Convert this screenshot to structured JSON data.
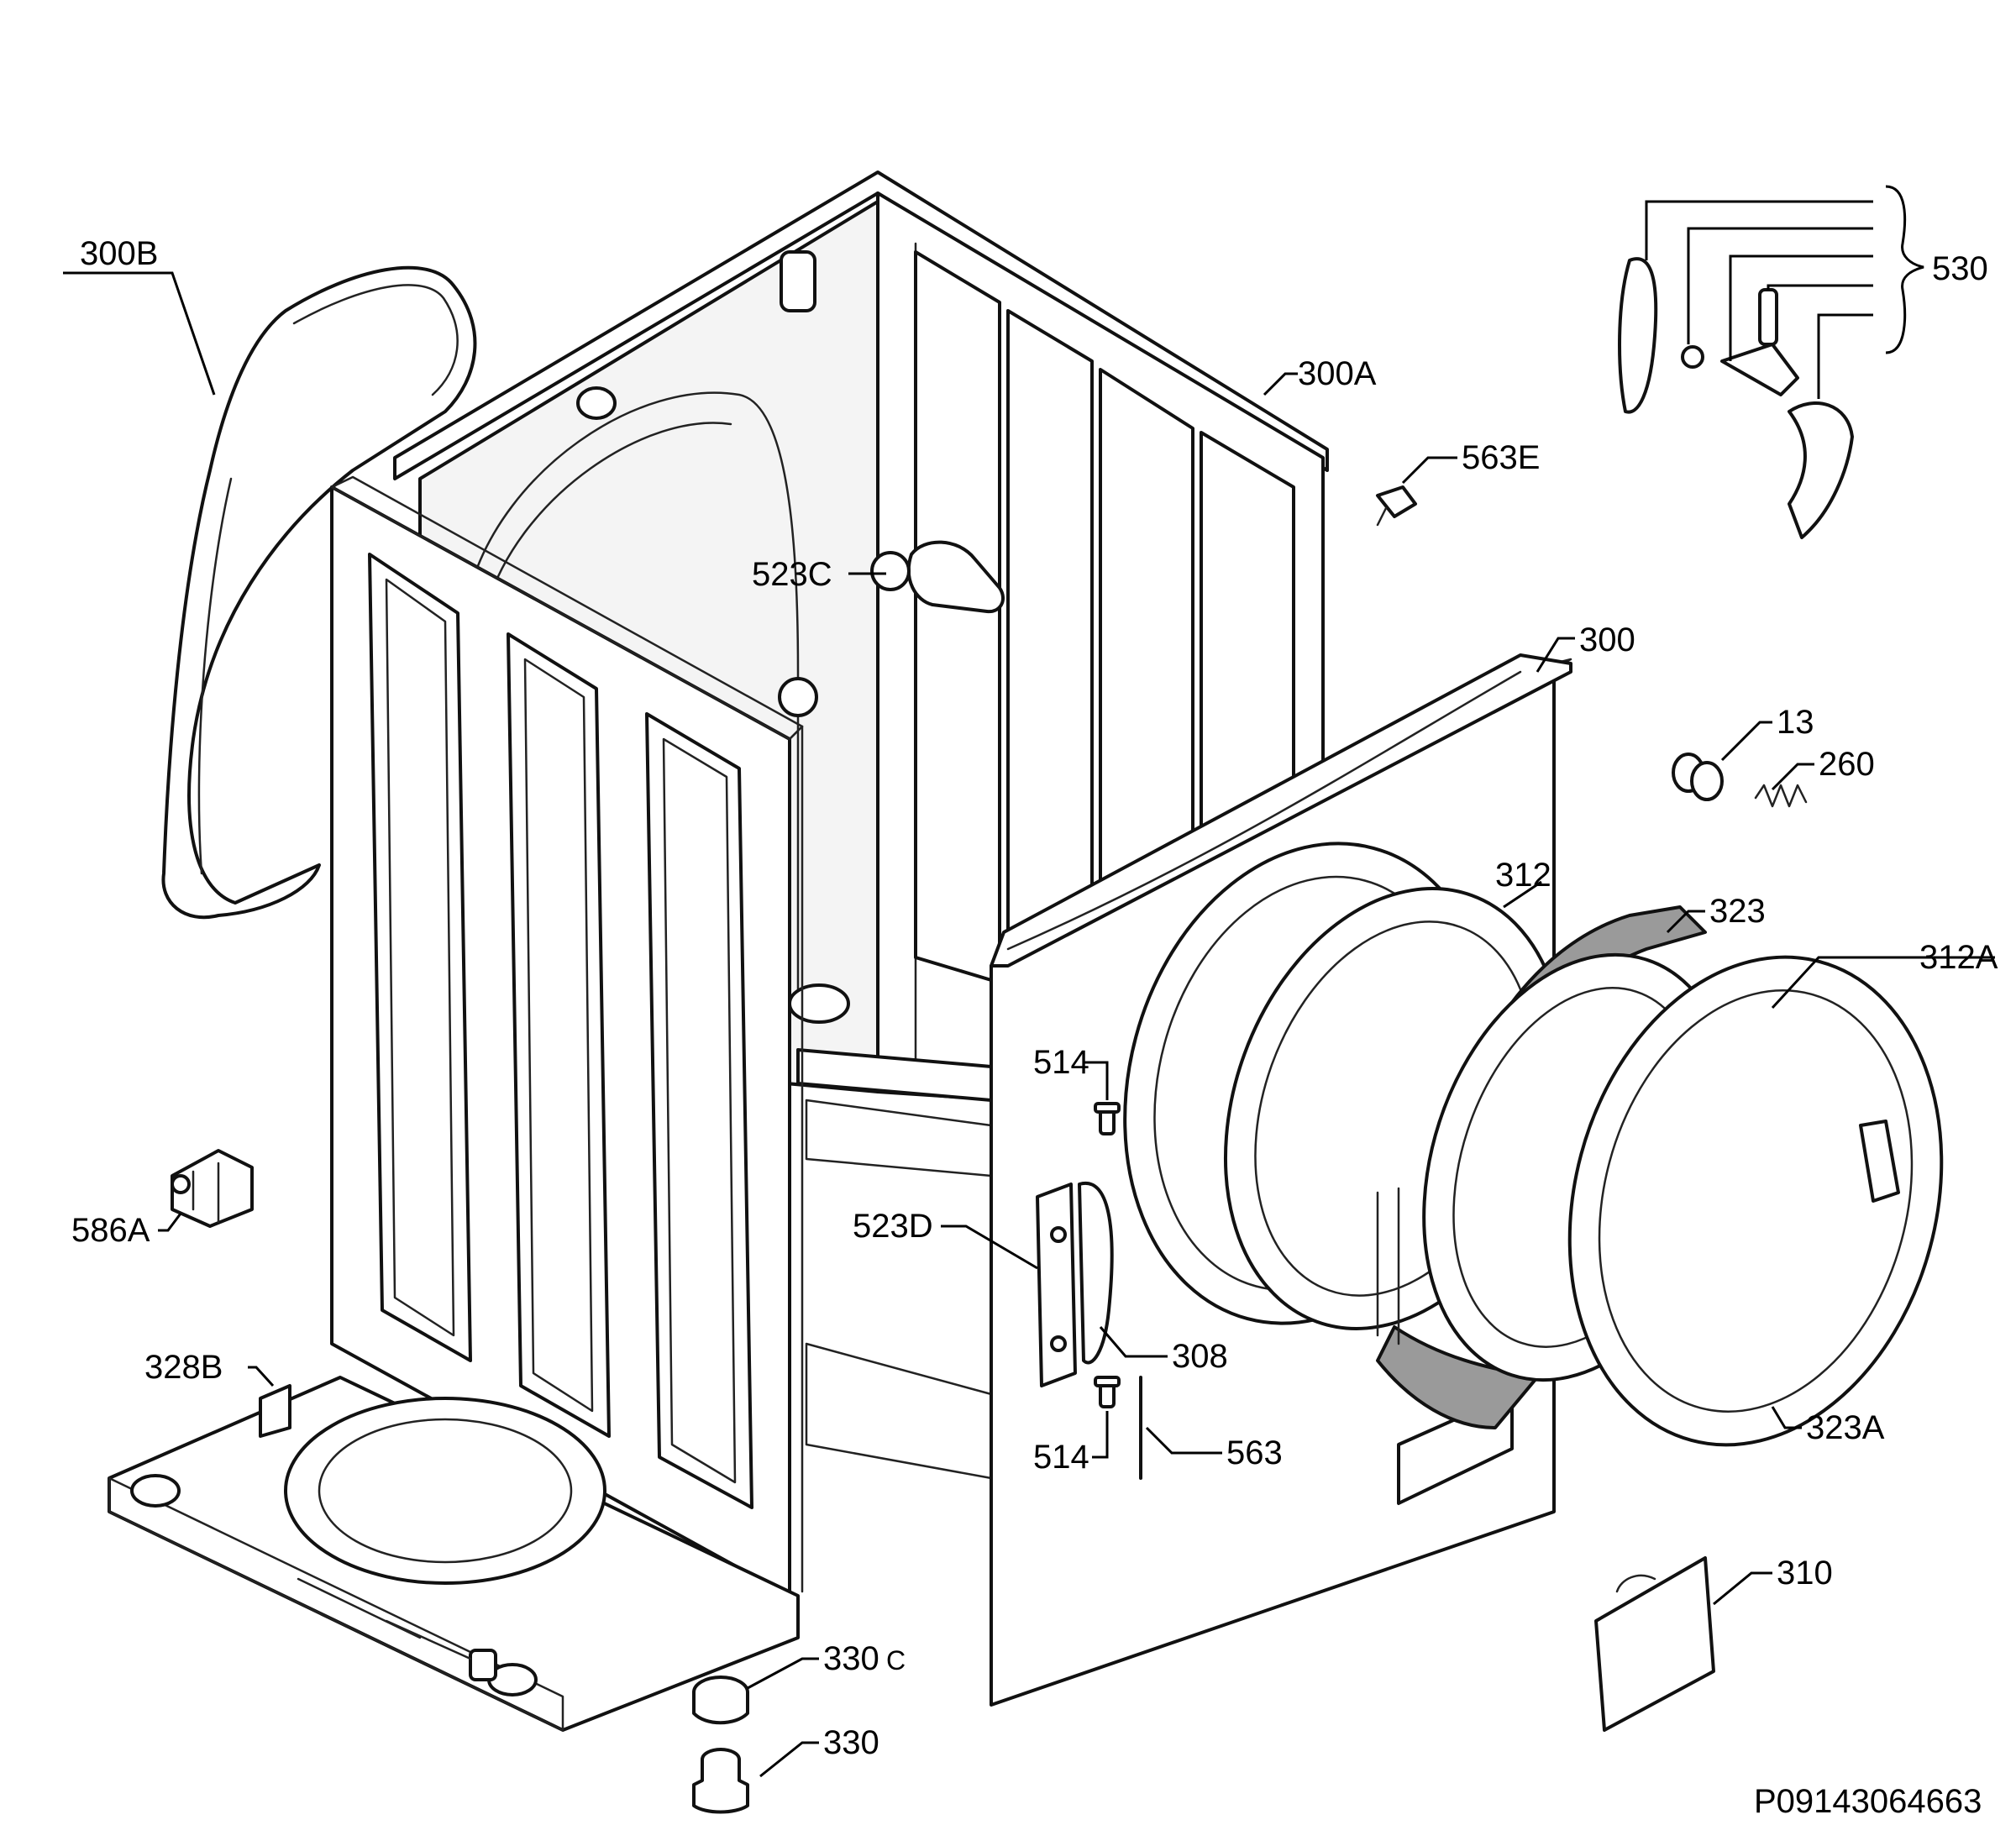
{
  "diagram": {
    "drawing_number": "P09143064663",
    "labels": {
      "l300B": "300B",
      "l300A": "300A",
      "l530": "530",
      "l563E": "563E",
      "l523C": "523C",
      "l300": "300",
      "l13": "13",
      "l260": "260",
      "l312": "312",
      "l323": "323",
      "l312A": "312A",
      "l514a": "514",
      "l523D": "523D",
      "l586A": "586A",
      "l308": "308",
      "l328B": "328B",
      "l514b": "514",
      "l563": "563",
      "l323A": "323A",
      "l310": "310",
      "l330C": "330",
      "l330C_suffix": "C",
      "l330": "330"
    }
  }
}
